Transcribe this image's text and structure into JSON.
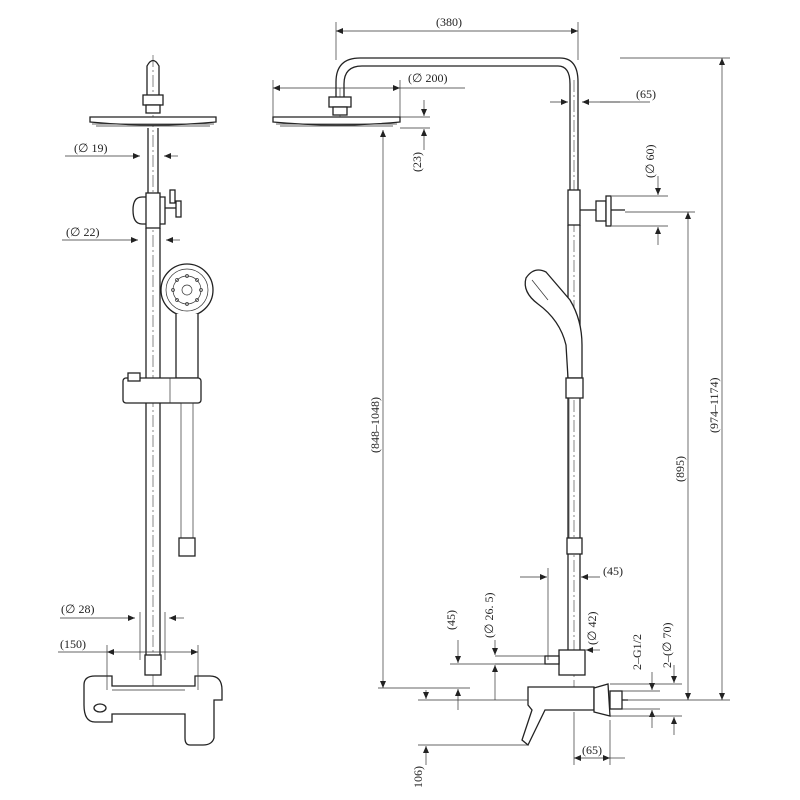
{
  "front_view": {
    "dims": {
      "pipe_dia_upper": "(∅ 19)",
      "pipe_dia_lower": "(∅ 22)",
      "body_dia": "(∅ 28)",
      "center_distance": "(150)"
    }
  },
  "side_view": {
    "dims": {
      "arm_reach": "(380)",
      "head_dia": "(∅ 200)",
      "offset_top": "(65)",
      "head_thickness": "(23)",
      "bracket_dia": "(∅ 60)",
      "head_height_range": "(848–1048)",
      "total_height_range": "(974–1174)",
      "bracket_height": "(895)",
      "valve_offset": "(45)",
      "dia_265": "(∅ 26. 5)",
      "left_45": "(45)",
      "dia_42": "(∅ 42)",
      "thread": "2–G1/2",
      "escutcheon_dia": "2–(∅ 70)",
      "bottom_65": "(65)",
      "bottom_106": "106)"
    }
  },
  "colors": {
    "line": "#222222",
    "background": "#ffffff"
  }
}
